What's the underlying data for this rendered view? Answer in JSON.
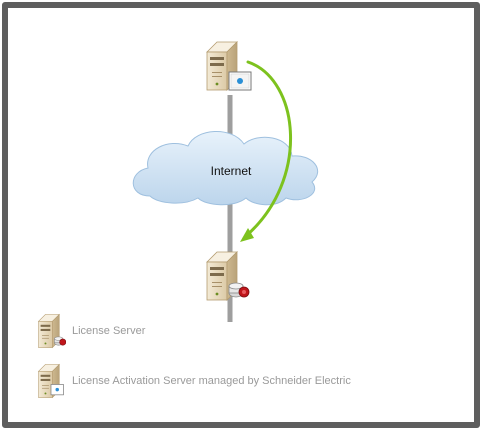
{
  "diagram": {
    "cloud_label": "Internet",
    "colors": {
      "frame": "#5e5e5e",
      "cloud": "#cfe2f3",
      "arrow": "#7dc21e",
      "link_line": "#9e9e9e",
      "server_body": "#e9dcc2",
      "license_badge": "#c0161b"
    }
  },
  "legend": {
    "items": [
      {
        "label": "License Server",
        "icon": "license-server-icon"
      },
      {
        "label": "License Activation Server managed by Schneider Electric",
        "icon": "activation-server-icon"
      }
    ]
  }
}
